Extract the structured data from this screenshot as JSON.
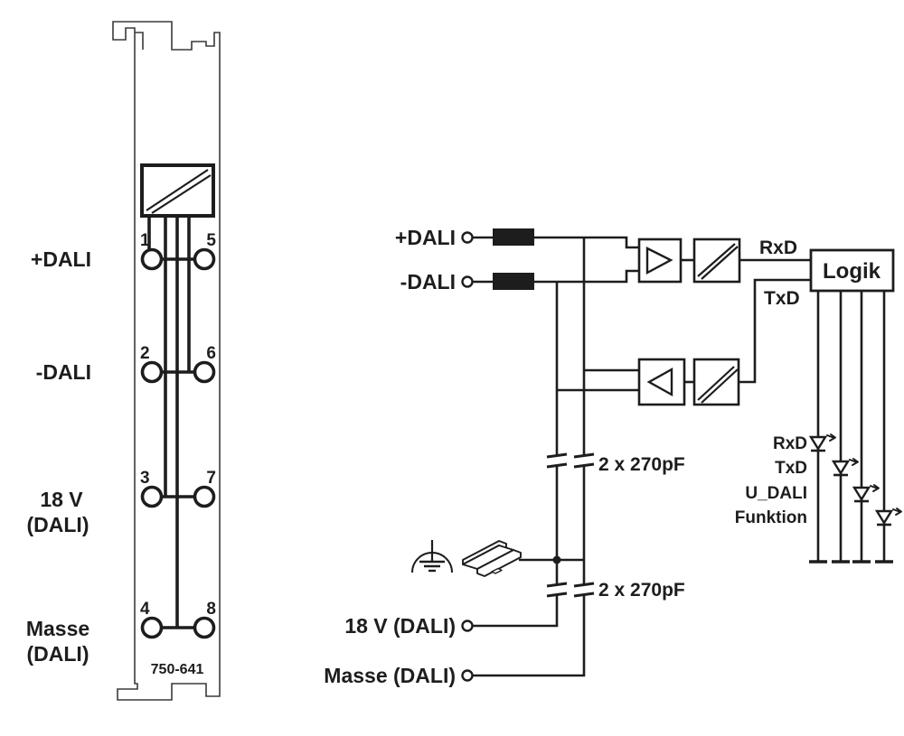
{
  "module": {
    "part_number": "750-641",
    "rows": [
      {
        "label": "+DALI",
        "label2": "",
        "left_pin": "1",
        "right_pin": "5"
      },
      {
        "label": "-DALI",
        "label2": "",
        "left_pin": "2",
        "right_pin": "6"
      },
      {
        "label": "18 V",
        "label2": "(DALI)",
        "left_pin": "3",
        "right_pin": "7"
      },
      {
        "label": "Masse",
        "label2": "(DALI)",
        "left_pin": "4",
        "right_pin": "8"
      }
    ]
  },
  "schematic": {
    "input_plus": "+DALI",
    "input_minus": "-DALI",
    "input_18v": "18 V (DALI)",
    "input_masse": "Masse (DALI)",
    "rxd": "RxD",
    "txd": "TxD",
    "logic": "Logik",
    "cap_top": "2 x 270pF",
    "cap_bottom": "2 x 270pF",
    "leds": [
      {
        "label": "RxD"
      },
      {
        "label": "TxD"
      },
      {
        "label": "U_DALI"
      },
      {
        "label": "Funktion"
      }
    ]
  },
  "colors": {
    "ink": "#1d1d1d",
    "outline": "#3a3a3a",
    "background": "#ffffff"
  }
}
